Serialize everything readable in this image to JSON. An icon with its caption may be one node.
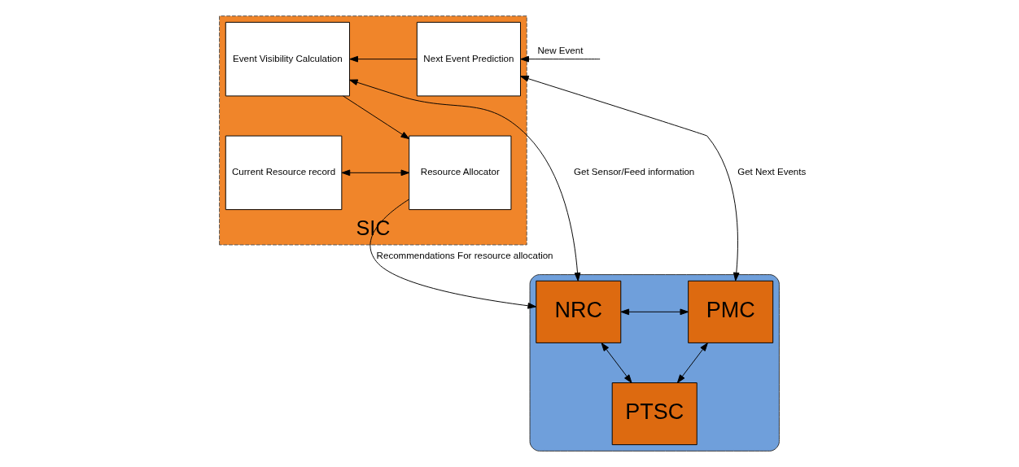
{
  "diagram": {
    "nodes": [
      {
        "text": [
          "SIC"
        ]
      },
      {
        "text": [
          "Next Event Prediction"
        ],
        "in": 0
      },
      {
        "text": [
          "Event Visibility Calculation"
        ],
        "in": 0
      },
      {
        "text": [
          "Current Resource record"
        ],
        "in": 0
      },
      {
        "text": [
          "Resource Allocator"
        ],
        "in": 0
      },
      {
        "text": [],
        "shape": "cylinder"
      },
      {
        "text": [
          "NRC"
        ],
        "in": 5
      },
      {
        "text": [
          "PMC"
        ],
        "in": 5
      },
      {
        "text": [
          "PTSC"
        ],
        "in": 5
      }
    ],
    "edges": [
      {
        "from": null,
        "to": 1,
        "arrow": "to",
        "label": "New Event"
      },
      {
        "from": 7,
        "to": 1,
        "arrow": "both",
        "label": "Get Next Events"
      },
      {
        "from": 1,
        "to": 2,
        "arrow": "to"
      },
      {
        "from": 2,
        "to": 4,
        "arrow": "to"
      },
      {
        "from": 3,
        "to": 4,
        "arrow": "both"
      },
      {
        "from": 6,
        "to": 2,
        "arrow": "both",
        "label": "Get Sensor/Feed information"
      },
      {
        "from": 4,
        "to": 6,
        "arrow": "to",
        "label": "Recommendations For resource allocation"
      },
      {
        "from": 6,
        "to": 7,
        "arrow": "both"
      },
      {
        "from": 6,
        "to": 8,
        "arrow": "both"
      },
      {
        "from": 7,
        "to": 8,
        "arrow": "both"
      }
    ]
  }
}
